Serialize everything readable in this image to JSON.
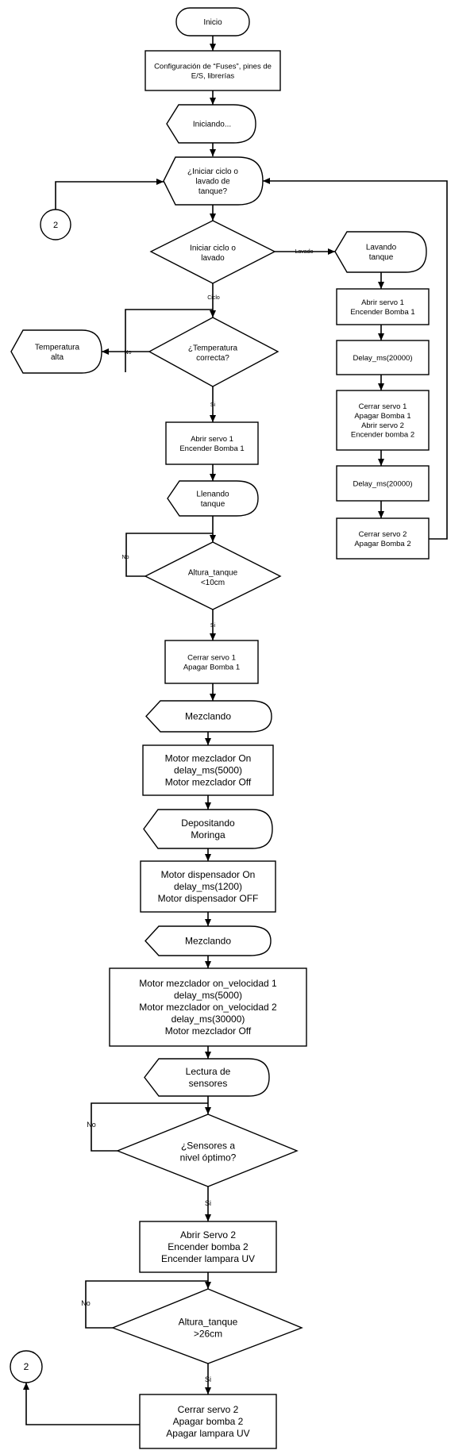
{
  "nodes": {
    "inicio": [
      "Inicio"
    ],
    "config": [
      "Configuración de “Fuses”, pines de",
      "E/S, librerías"
    ],
    "iniciando": [
      "Iniciando..."
    ],
    "q_ciclo": [
      "¿Iniciar ciclo o",
      "lavado de",
      "tanque?"
    ],
    "conn_2_top": [
      "2"
    ],
    "d_ciclo": [
      "Iniciar ciclo o",
      "lavado"
    ],
    "lavando": [
      "Lavando",
      "tanque"
    ],
    "abrir_s1_r": [
      "Abrir servo 1",
      "Encender Bomba 1"
    ],
    "delay_r1": [
      "Delay_ms(20000)"
    ],
    "cerrar_multi": [
      "Cerrar servo 1",
      "Apagar Bomba 1",
      "Abrir servo 2",
      "Encender bomba 2"
    ],
    "delay_r2": [
      "Delay_ms(20000)"
    ],
    "cerrar_s2_r": [
      "Cerrar servo 2",
      "Apagar Bomba 2"
    ],
    "temp_alta": [
      "Temperatura",
      "alta"
    ],
    "d_temp": [
      "¿Temperatura",
      "correcta?"
    ],
    "abrir_s1": [
      "Abrir servo 1",
      "Encender Bomba 1"
    ],
    "llenando": [
      "Llenando",
      "tanque"
    ],
    "d_altura10": [
      "Altura_tanque",
      "<10cm"
    ],
    "cerrar_s1": [
      "Cerrar servo 1",
      "Apagar Bomba 1"
    ],
    "mezclando1": [
      "Mezclando"
    ],
    "motor1": [
      "Motor mezclador On",
      "delay_ms(5000)",
      "Motor mezclador Off"
    ],
    "depositando": [
      "Depositando",
      "Moringa"
    ],
    "motor_disp": [
      "Motor dispensador On",
      "delay_ms(1200)",
      "Motor dispensador OFF"
    ],
    "mezclando2": [
      "Mezclando"
    ],
    "motor2": [
      "Motor mezclador on_velocidad 1",
      "delay_ms(5000)",
      "Motor mezclador on_velocidad 2",
      "delay_ms(30000)",
      "Motor mezclador Off"
    ],
    "lectura": [
      "Lectura de",
      "sensores"
    ],
    "d_sensores": [
      "¿Sensores a",
      "nivel óptimo?"
    ],
    "abrir_s2": [
      "Abrir Servo 2",
      "Encender bomba 2",
      "Encender lampara UV"
    ],
    "d_altura26": [
      "Altura_tanque",
      ">26cm"
    ],
    "conn_2_bottom": [
      "2"
    ],
    "final": [
      "Cerrar servo 2",
      "Apagar bomba 2",
      "Apagar lampara UV"
    ]
  },
  "edge_labels": {
    "lavado": "Lavado",
    "ciclo": "Ciclo",
    "no_temp": "No",
    "si_temp": "Si",
    "no_altura10": "No",
    "si_altura10": "Si",
    "no_sensores": "No",
    "si_sensores": "Si",
    "no_altura26": "No",
    "si_altura26": "Si"
  }
}
